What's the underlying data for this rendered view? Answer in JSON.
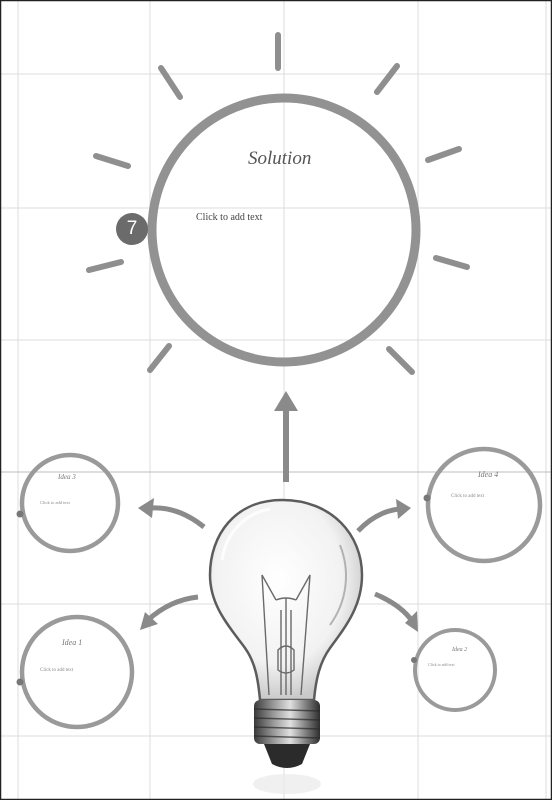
{
  "slide": {
    "solution": {
      "title": "Solution",
      "body": "Click to add text",
      "step_number": "7"
    },
    "ideas": [
      {
        "title": "Idea 3",
        "body": "Click to add text"
      },
      {
        "title": "Idea 4",
        "body": "Click to add text"
      },
      {
        "title": "Idea 1",
        "body": "Click to add text"
      },
      {
        "title": "Idea 2",
        "body": "Click to add text"
      }
    ]
  },
  "colors": {
    "ring": "#8f8f8f",
    "ring_light": "#a6a6a6",
    "grid": "#d9d9d9",
    "arrow": "#8a8a8a",
    "badge": "#6b6b6b"
  },
  "icons": [
    "lightbulb-icon",
    "arrow-up-icon",
    "curved-arrow-icon"
  ]
}
